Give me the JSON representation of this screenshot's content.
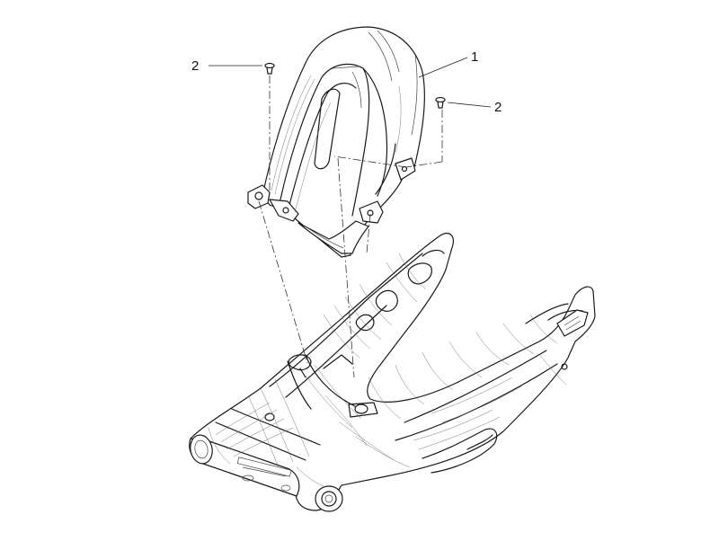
{
  "callouts": [
    {
      "id": "fender",
      "label": "1"
    },
    {
      "id": "screw-left",
      "label": "2"
    },
    {
      "id": "screw-right",
      "label": "2"
    }
  ]
}
